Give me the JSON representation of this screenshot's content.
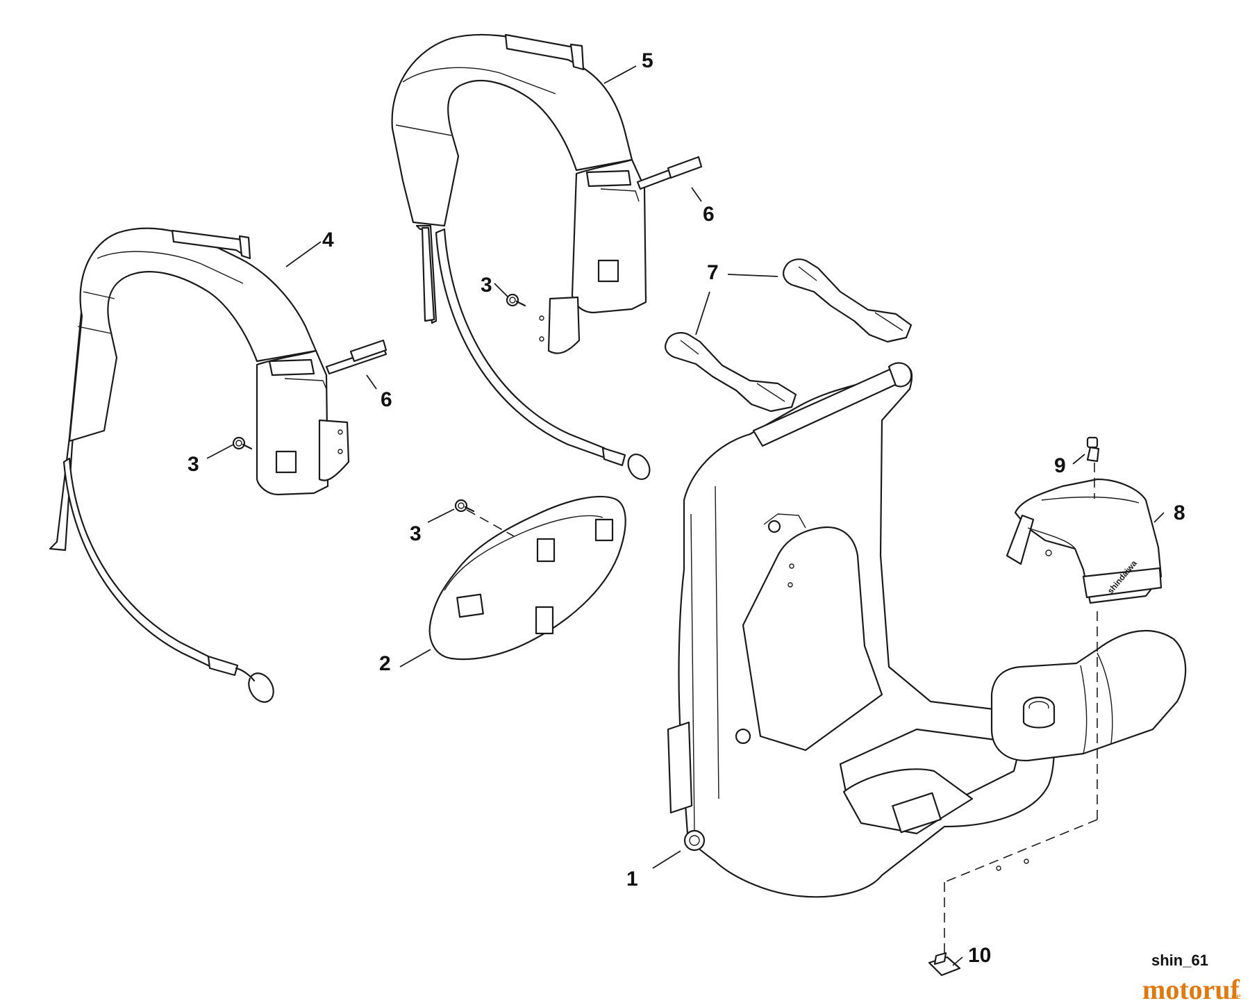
{
  "callouts": {
    "c1": "1",
    "c2": "2",
    "c3a": "3",
    "c3b": "3",
    "c3c": "3",
    "c4": "4",
    "c5": "5",
    "c6a": "6",
    "c6b": "6",
    "c7": "7",
    "c8": "8",
    "c9": "9",
    "c10": "10"
  },
  "diagram_code": "shin_61",
  "cover_emboss": "shindaiwa",
  "watermark": {
    "main": "motoruf",
    "tld": ".de",
    "color": "#e07a10"
  }
}
